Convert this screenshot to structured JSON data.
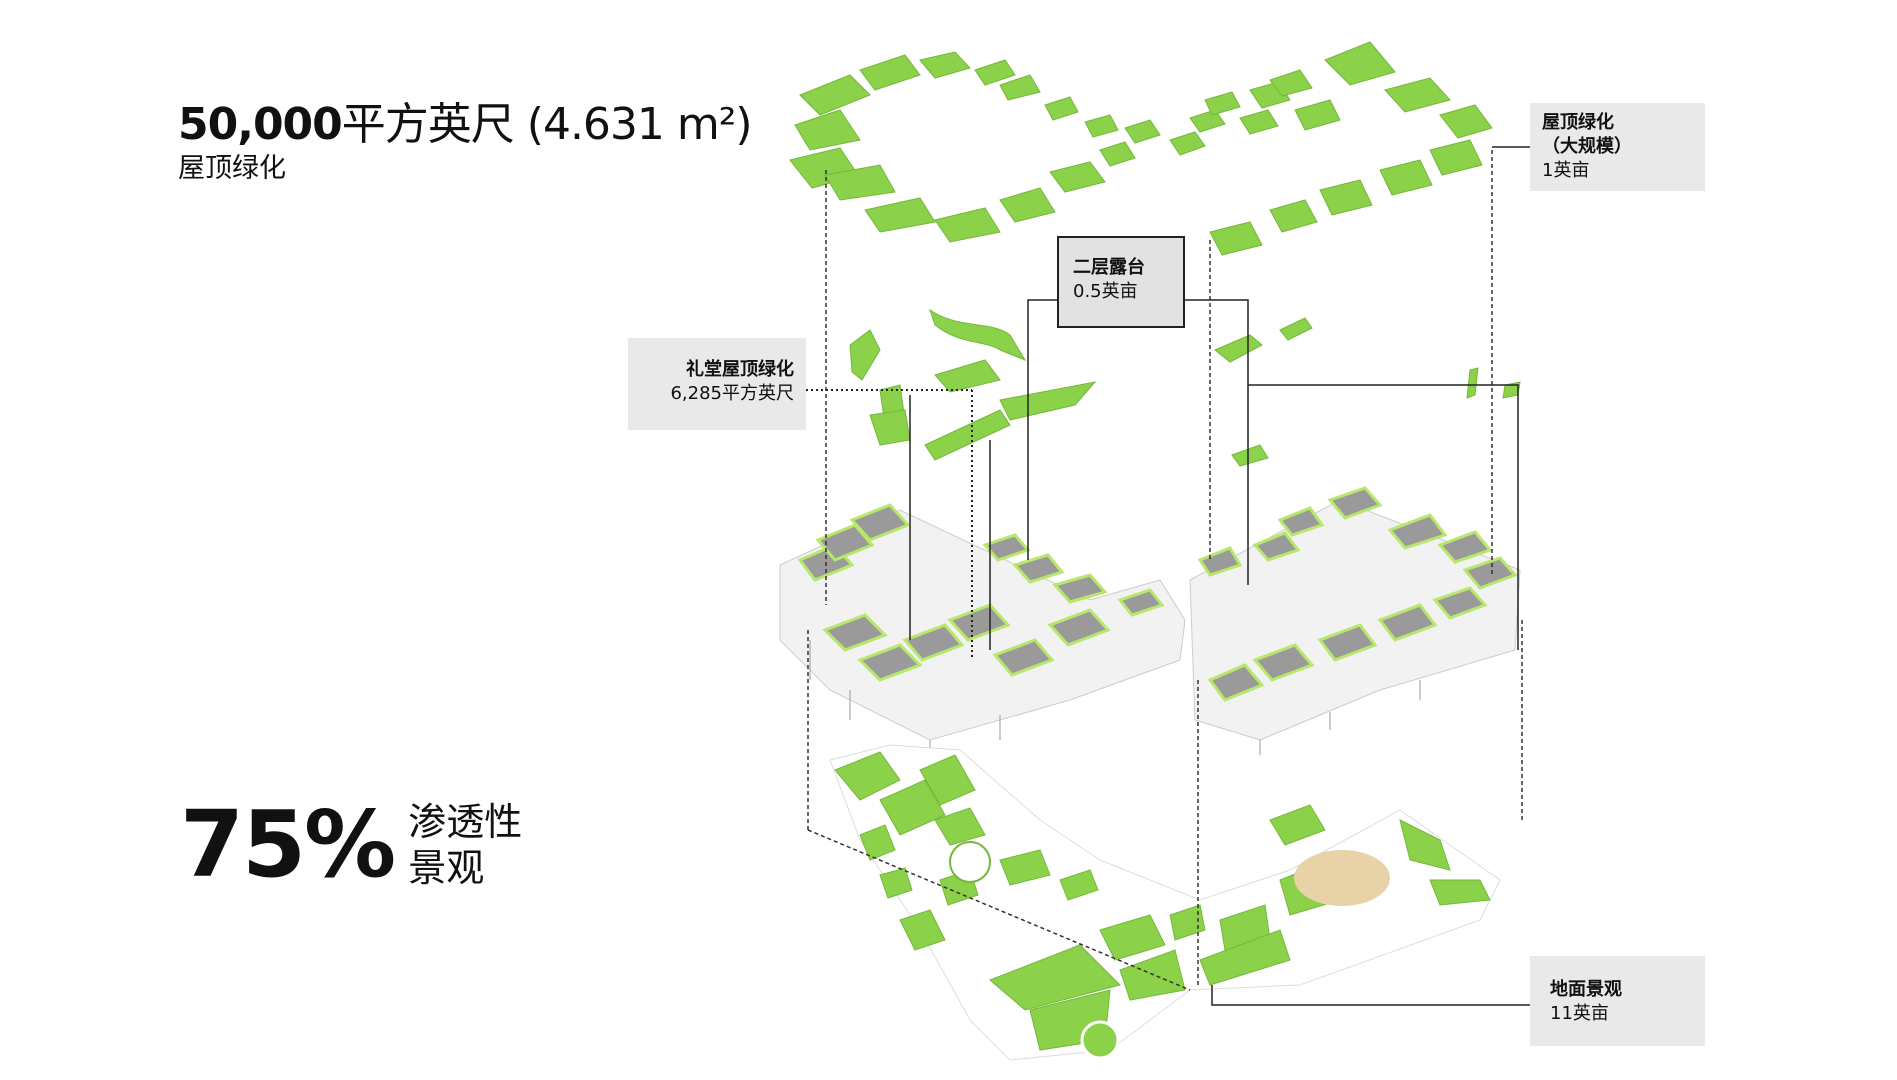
{
  "stats": {
    "roof_value": "50,000",
    "roof_unit": "平方英尺 (4.631 m²)",
    "roof_label": "屋顶绿化",
    "permeable_value": "75%",
    "permeable_label_line1": "渗透性",
    "permeable_label_line2": "景观"
  },
  "callouts": {
    "roof_large": {
      "title": "屋顶绿化",
      "subtitle": "（大规模）",
      "value": "1英亩"
    },
    "hall_roof": {
      "title": "礼堂屋顶绿化",
      "value": "6,285平方英尺"
    },
    "terrace": {
      "title": "二层露台",
      "value": "0.5英亩"
    },
    "ground": {
      "title": "地面景观",
      "value": "11英亩"
    }
  },
  "colors": {
    "green": "#8cd14a",
    "green_dark": "#74b83a",
    "building": "#f2f2f2",
    "roof_panel": "#9a9a9a",
    "callout_bg": "#e9e9e9",
    "line": "#222222",
    "sand": "#e8d3a8"
  }
}
